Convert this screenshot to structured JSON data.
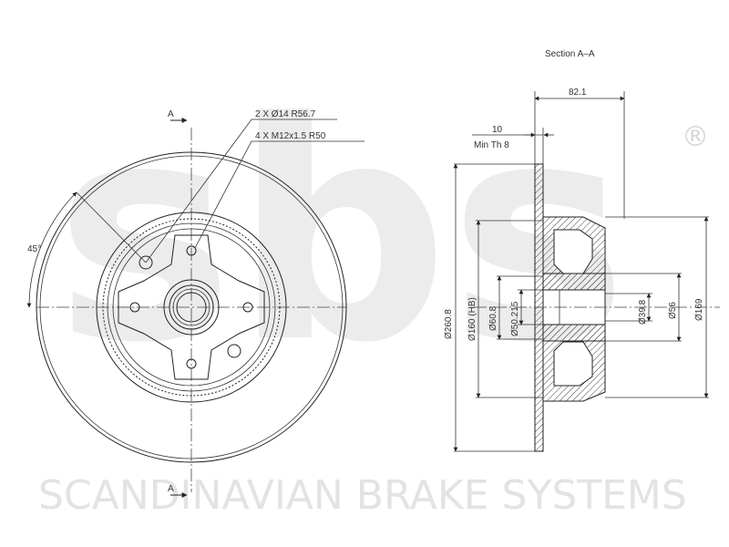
{
  "watermark": {
    "logo": "sbs",
    "registered_mark": "®",
    "company": "SCANDINAVIAN BRAKE SYSTEMS"
  },
  "front_view": {
    "section_marker_top": "A",
    "section_marker_bottom": "A",
    "holes_callout": "2 X Ø14  R56.7",
    "bolts_callout": "4 X M12x1.5  R50",
    "angle": "45°"
  },
  "section_view": {
    "title": "Section A–A",
    "width_dim": "82.1",
    "thickness_dim": "10",
    "min_thickness": "Min Th  8",
    "dia_outer": "Ø260.8",
    "dia_bolt_circle": "Ø160 (HB)",
    "dia_bore1": "Ø60.8",
    "dia_bore2": "Ø50.215",
    "dia_hub_in": "Ø39.8",
    "dia_hub_mid": "Ø56",
    "dia_hub_out": "Ø169"
  }
}
